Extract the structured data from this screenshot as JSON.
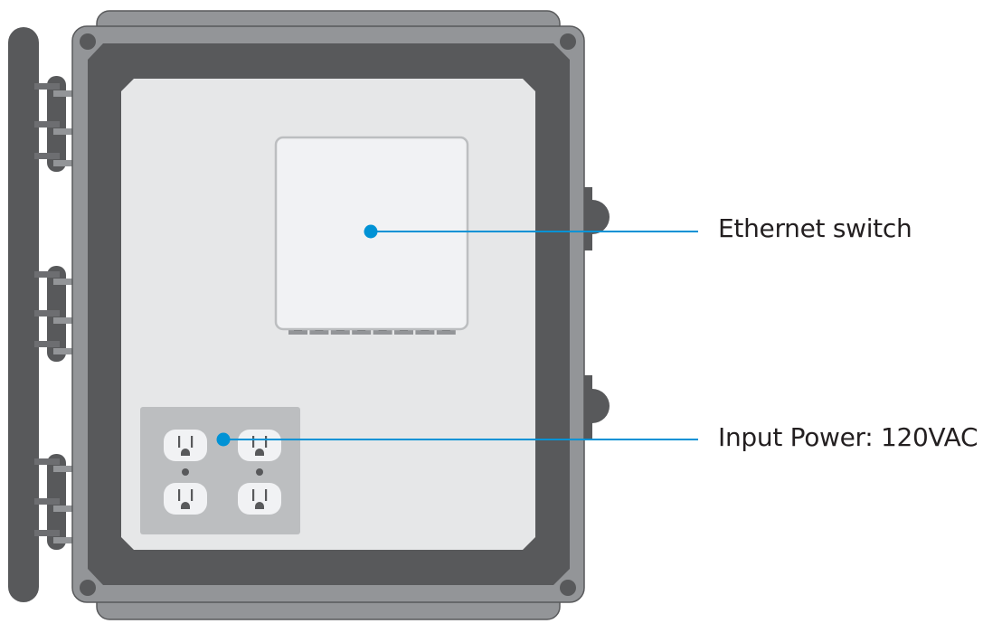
{
  "diagram": {
    "title": "Enclosure layout",
    "colors": {
      "outer_frame": "#939598",
      "outline": "#58595b",
      "inner_frame": "#58595b",
      "back_panel": "#e6e7e8",
      "switch_body": "#f1f2f4",
      "switch_border": "#bcbec0",
      "outlet_plate": "#bcbec0",
      "outlet_face": "#f1f2f4",
      "hinge_pin": "#6d6e71",
      "callout": "#0092d5",
      "text": "#231f20"
    },
    "components": [
      {
        "id": "ethernet-switch",
        "label": "Ethernet switch",
        "port_count": 8
      },
      {
        "id": "power-outlets",
        "label": "Input Power: 120VAC",
        "outlet_count": 4
      }
    ]
  }
}
